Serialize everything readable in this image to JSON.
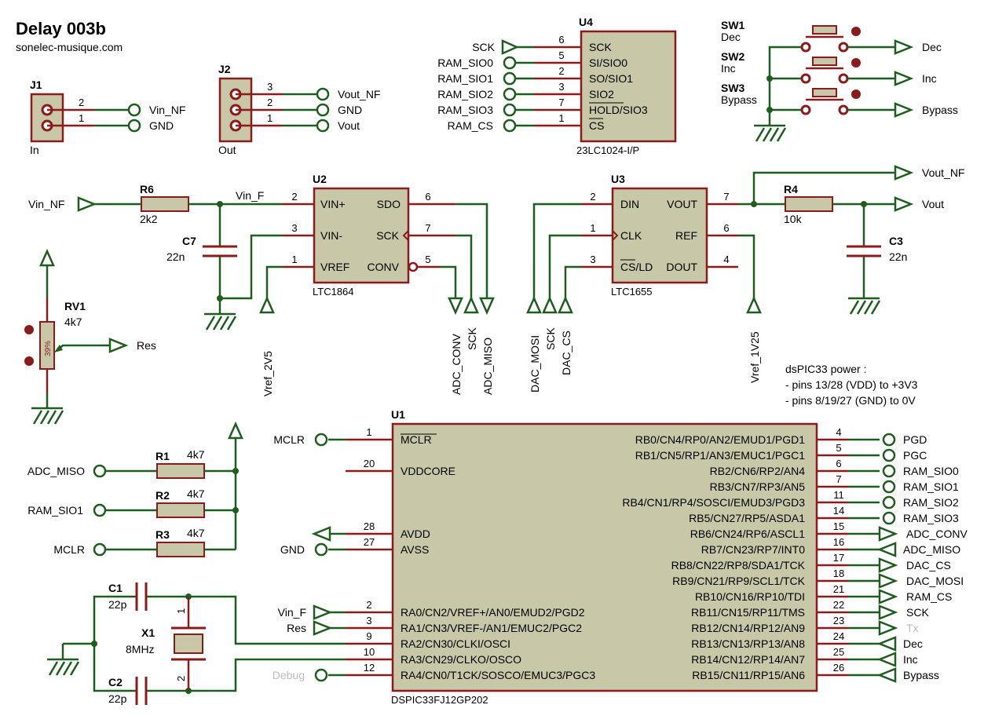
{
  "header": {
    "title": "Delay 003b",
    "subtitle": "sonelec-musique.com"
  },
  "j1": {
    "ref": "J1",
    "name": "In",
    "pins": [
      "2",
      "1"
    ],
    "nets": [
      "Vin_NF",
      "GND"
    ]
  },
  "j2": {
    "ref": "J2",
    "name": "Out",
    "pins": [
      "3",
      "2",
      "1"
    ],
    "nets": [
      "Vout_NF",
      "GND",
      "Vout"
    ]
  },
  "u4": {
    "ref": "U4",
    "part": "23LC1024-I/P",
    "pins": [
      {
        "net": "SCK",
        "num": "6",
        "name": "SCK"
      },
      {
        "net": "RAM_SIO0",
        "num": "5",
        "name": "SI/SIO0"
      },
      {
        "net": "RAM_SIO1",
        "num": "2",
        "name": "SO/SIO1"
      },
      {
        "net": "RAM_SIO2",
        "num": "3",
        "name": "SIO2"
      },
      {
        "net": "RAM_SIO3",
        "num": "7",
        "name": "HOLD/SIO3"
      },
      {
        "net": "RAM_CS",
        "num": "1",
        "name": "CS"
      }
    ]
  },
  "switches": {
    "sw1": {
      "ref": "SW1",
      "name": "Dec",
      "net": "Dec"
    },
    "sw2": {
      "ref": "SW2",
      "name": "Inc",
      "net": "Inc"
    },
    "sw3": {
      "ref": "SW3",
      "name": "Bypass",
      "net": "Bypass"
    }
  },
  "r6": {
    "ref": "R6",
    "value": "2k2",
    "in_net": "Vin_NF",
    "out_net": "Vin_F"
  },
  "c7": {
    "ref": "C7",
    "value": "22n"
  },
  "u2": {
    "ref": "U2",
    "part": "LTC1864",
    "pins": {
      "vinp": {
        "num": "2",
        "name": "VIN+"
      },
      "vinm": {
        "num": "3",
        "name": "VIN-"
      },
      "vref": {
        "num": "1",
        "name": "VREF"
      },
      "sdo": {
        "num": "6",
        "name": "SDO"
      },
      "sck": {
        "num": "7",
        "name": "SCK"
      },
      "conv": {
        "num": "5",
        "name": "CONV"
      }
    },
    "nets": {
      "vref": "Vref_2V5",
      "conv": "ADC_CONV",
      "sck": "SCK",
      "sdo": "ADC_MISO"
    }
  },
  "u3": {
    "ref": "U3",
    "part": "LTC1655",
    "pins": {
      "din": {
        "num": "2",
        "name": "DIN"
      },
      "clk": {
        "num": "1",
        "name": "CLK"
      },
      "csld": {
        "num": "3",
        "name": "CS/LD",
        "bar": "CS",
        "rest": "/LD"
      },
      "vout": {
        "num": "7",
        "name": "VOUT"
      },
      "ref": {
        "num": "6",
        "name": "REF"
      },
      "dout": {
        "num": "4",
        "name": "DOUT"
      }
    },
    "nets": {
      "din": "DAC_MOSI",
      "clk": "SCK",
      "cs": "DAC_CS",
      "ref": "Vref_1V25",
      "vout_nf": "Vout_NF",
      "vout": "Vout"
    }
  },
  "r4": {
    "ref": "R4",
    "value": "10k"
  },
  "c3": {
    "ref": "C3",
    "value": "22n"
  },
  "rv1": {
    "ref": "RV1",
    "value": "4k7",
    "percent": "39%",
    "net": "Res"
  },
  "pull": {
    "r1": {
      "ref": "R1",
      "value": "4k7",
      "net": "ADC_MISO"
    },
    "r2": {
      "ref": "R2",
      "value": "4k7",
      "net": "RAM_SIO1"
    },
    "r3": {
      "ref": "R3",
      "value": "4k7",
      "net": "MCLR"
    }
  },
  "xtal": {
    "c1": {
      "ref": "C1",
      "value": "22p"
    },
    "c2": {
      "ref": "C2",
      "value": "22p"
    },
    "x1": {
      "ref": "X1",
      "value": "8MHz",
      "p1": "1",
      "p2": "2"
    }
  },
  "note": {
    "l1": "dsPIC33 power :",
    "l2": "- pins 13/28 (VDD) to +3V3",
    "l3": "- pins 8/19/27 (GND) to 0V"
  },
  "u1": {
    "ref": "U1",
    "part": "DSPIC33FJ12GP202",
    "left": [
      {
        "num": "1",
        "name": "MCLR",
        "net": "MCLR"
      },
      {
        "num": "20",
        "name": "VDDCORE",
        "net": ""
      },
      {
        "num": "28",
        "name": "AVDD",
        "net": ""
      },
      {
        "num": "27",
        "name": "AVSS",
        "net": "GND"
      },
      {
        "num": "2",
        "name": "RA0/CN2/VREF+/AN0/EMUD2/PGD2",
        "net": "Vin_F"
      },
      {
        "num": "3",
        "name": "RA1/CN3/VREF-/AN1/EMUC2/PGC2",
        "net": "Res"
      },
      {
        "num": "9",
        "name": "RA2/CN30/CLKI/OSCI",
        "net": ""
      },
      {
        "num": "10",
        "name": "RA3/CN29/CLKO/OSCO",
        "net": ""
      },
      {
        "num": "12",
        "name": "RA4/CN0/T1CK/SOSCO/EMUC3/PGC3",
        "net": "Debug"
      }
    ],
    "right": [
      {
        "num": "4",
        "name": "RB0/CN4/RP0/AN2/EMUD1/PGD1",
        "net": "PGD"
      },
      {
        "num": "5",
        "name": "RB1/CN5/RP1/AN3/EMUC1/PGC1",
        "net": "PGC"
      },
      {
        "num": "6",
        "name": "RB2/CN6/RP2/AN4",
        "net": "RAM_SIO0"
      },
      {
        "num": "7",
        "name": "RB3/CN7/RP3/AN5",
        "net": "RAM_SIO1"
      },
      {
        "num": "11",
        "name": "RB4/CN1/RP4/SOSCI/EMUD3/PGD3",
        "net": "RAM_SIO2"
      },
      {
        "num": "14",
        "name": "RB5/CN27/RP5/ASDA1",
        "net": "RAM_SIO3"
      },
      {
        "num": "15",
        "name": "RB6/CN24/RP6/ASCL1",
        "net": "ADC_CONV"
      },
      {
        "num": "16",
        "name": "RB7/CN23/RP7/INT0",
        "net": "ADC_MISO"
      },
      {
        "num": "17",
        "name": "RB8/CN22/RP8/SDA1/TCK",
        "net": "DAC_CS"
      },
      {
        "num": "18",
        "name": "RB9/CN21/RP9/SCL1/TCK",
        "net": "DAC_MOSI"
      },
      {
        "num": "21",
        "name": "RB10/CN16/RP10/TDI",
        "net": "RAM_CS"
      },
      {
        "num": "22",
        "name": "RB11/CN15/RP11/TMS",
        "net": "SCK"
      },
      {
        "num": "23",
        "name": "RB12/CN14/RP12/AN9",
        "net": "Tx"
      },
      {
        "num": "24",
        "name": "RB13/CN13/RP13/AN8",
        "net": "Dec"
      },
      {
        "num": "25",
        "name": "RB14/CN12/RP14/AN7",
        "net": "Inc"
      },
      {
        "num": "26",
        "name": "RB15/CN11/RP15/AN6",
        "net": "Bypass"
      }
    ]
  }
}
